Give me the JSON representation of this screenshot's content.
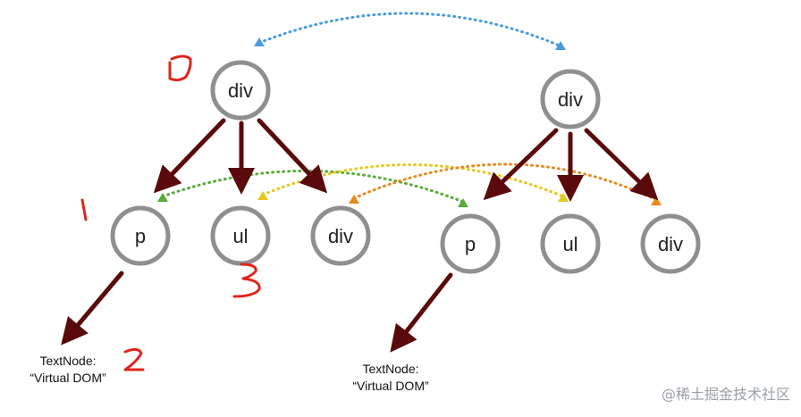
{
  "diagram": {
    "nodes": [
      {
        "id": "old_root",
        "label": "div"
      },
      {
        "id": "old_p",
        "label": "p"
      },
      {
        "id": "old_ul",
        "label": "ul"
      },
      {
        "id": "old_div",
        "label": "div"
      },
      {
        "id": "new_root",
        "label": "div"
      },
      {
        "id": "new_p",
        "label": "p"
      },
      {
        "id": "new_ul",
        "label": "ul"
      },
      {
        "id": "new_div",
        "label": "div"
      }
    ],
    "text_nodes": [
      {
        "id": "old_text",
        "line1": "TextNode:",
        "line2": "“Virtual DOM”"
      },
      {
        "id": "new_text",
        "line1": "TextNode:",
        "line2": "“Virtual DOM”"
      }
    ],
    "edges": [
      {
        "from": "old_root",
        "to": "old_p"
      },
      {
        "from": "old_root",
        "to": "old_ul"
      },
      {
        "from": "old_root",
        "to": "old_div"
      },
      {
        "from": "new_root",
        "to": "new_p"
      },
      {
        "from": "new_root",
        "to": "new_ul"
      },
      {
        "from": "new_root",
        "to": "new_div"
      },
      {
        "from": "old_p",
        "to": "old_text"
      },
      {
        "from": "new_p",
        "to": "new_text"
      }
    ],
    "comparisons": [
      {
        "from": "old_root",
        "to": "new_root",
        "color": "#4a9be0"
      },
      {
        "from": "old_p",
        "to": "new_p",
        "color": "#5aaa3c"
      },
      {
        "from": "old_ul",
        "to": "new_ul",
        "color": "#e6c821"
      },
      {
        "from": "old_div",
        "to": "new_div",
        "color": "#e8891c"
      }
    ],
    "handwritten_marks": [
      "0",
      "1",
      "3",
      "2"
    ],
    "colors": {
      "node_stroke": "#8f8f8f",
      "edge": "#5a0a0a",
      "handwriting": "#e0251b"
    }
  },
  "watermark": "@稀土掘金技术社区"
}
